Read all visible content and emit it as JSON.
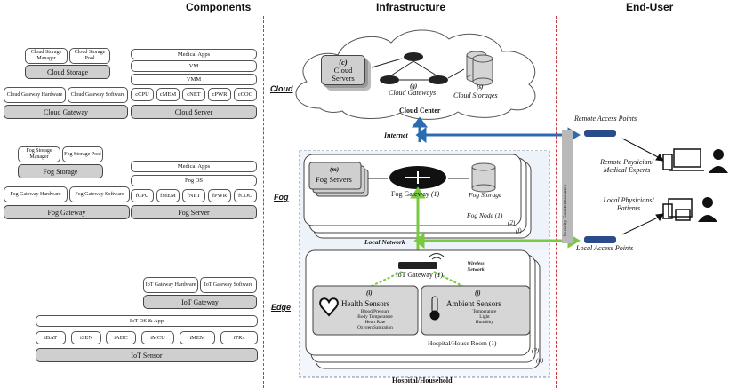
{
  "headers": {
    "components": "Components",
    "infrastructure": "Infrastructure",
    "end_user": "End-User"
  },
  "levels": {
    "cloud": "Cloud",
    "fog": "Fog",
    "edge": "Edge"
  },
  "components": {
    "cloud_storage": {
      "manager": "Cloud Storage Manager",
      "pool": "Cloud Storage Pool",
      "title": "Cloud Storage"
    },
    "cloud_gateway": {
      "hardware": "Cloud Gateway Hardware",
      "software": "Cloud Gateway Software",
      "title": "Cloud Gateway"
    },
    "cloud_server": {
      "apps": "Medical Apps",
      "vm": "VM",
      "vmm": "VMM",
      "units": [
        "cCPU",
        "cMEM",
        "cNET",
        "cPWR",
        "cCOO"
      ],
      "title": "Cloud Server"
    },
    "fog_storage": {
      "manager": "Fog Storage Manager",
      "pool": "Fog Storage Pool",
      "title": "Fog Storage"
    },
    "fog_gateway": {
      "hardware": "Fog Gateway Hardware",
      "software": "Fog Gateway Software",
      "title": "Fog Gateway"
    },
    "fog_server": {
      "apps": "Medical Apps",
      "os": "Fog OS",
      "units": [
        "fCPU",
        "fMEM",
        "fNET",
        "fPWR",
        "fCOO"
      ],
      "title": "Fog Server"
    },
    "iot_gateway": {
      "hardware": "IoT Gateway Hardware",
      "software": "IoT Gateway Software",
      "title": "IoT Gateway"
    },
    "iot_sensor": {
      "os": "IoT OS & App",
      "units": [
        "iBAT",
        "iSEN",
        "iADC",
        "iMCU",
        "iMEM",
        "iTRx"
      ],
      "title": "IoT Sensor"
    }
  },
  "infrastructure": {
    "cloud_servers": {
      "tag": "(c)",
      "label": "Cloud Servers"
    },
    "cloud_gateways": {
      "tag": "(g)",
      "label": "Cloud Gateways"
    },
    "cloud_storages": {
      "tag": "(s)",
      "label": "Cloud Storages"
    },
    "cloud_center": "Cloud Center",
    "internet": "Internet",
    "fog_servers": {
      "tag": "(m)",
      "label": "Fog Servers"
    },
    "fog_gateway": "Fog Gateway",
    "fog_gateway_idx": "(1)",
    "fog_storage": "Fog Storage",
    "fog_node": "Fog Node (1)",
    "fog_node_2": "(2)",
    "fog_node_f": "(f)",
    "local_network": "Local Network",
    "iot_gateway": "IoT Gateway",
    "iot_gateway_idx": "(1)",
    "wireless": "Wireless Network",
    "health": {
      "tag": "(i)",
      "title": "Health Sensors",
      "items": [
        "Blood Pressure",
        "Body Temperature",
        "Heart Rate",
        "Oxygen Saturation"
      ]
    },
    "ambient": {
      "tag": "(j)",
      "title": "Ambient Sensors",
      "items": [
        "Temperature",
        "Light",
        "Humidity"
      ]
    },
    "room": "Hospital/House Room (1)",
    "room_2": "(2)",
    "room_n": "(n)",
    "household": "Hospital/Household",
    "security": "Security Countermeasures"
  },
  "end_user": {
    "remote_ap": "Remote Access Points",
    "remote_users": "Remote Physician/ Medical Experts",
    "local_users": "Local Physicians/ Patients",
    "local_ap": "Local Access Points"
  },
  "colors": {
    "internet_link": "#2b6cb0",
    "local_link": "#7ac943",
    "divider": "#c83a3a"
  }
}
